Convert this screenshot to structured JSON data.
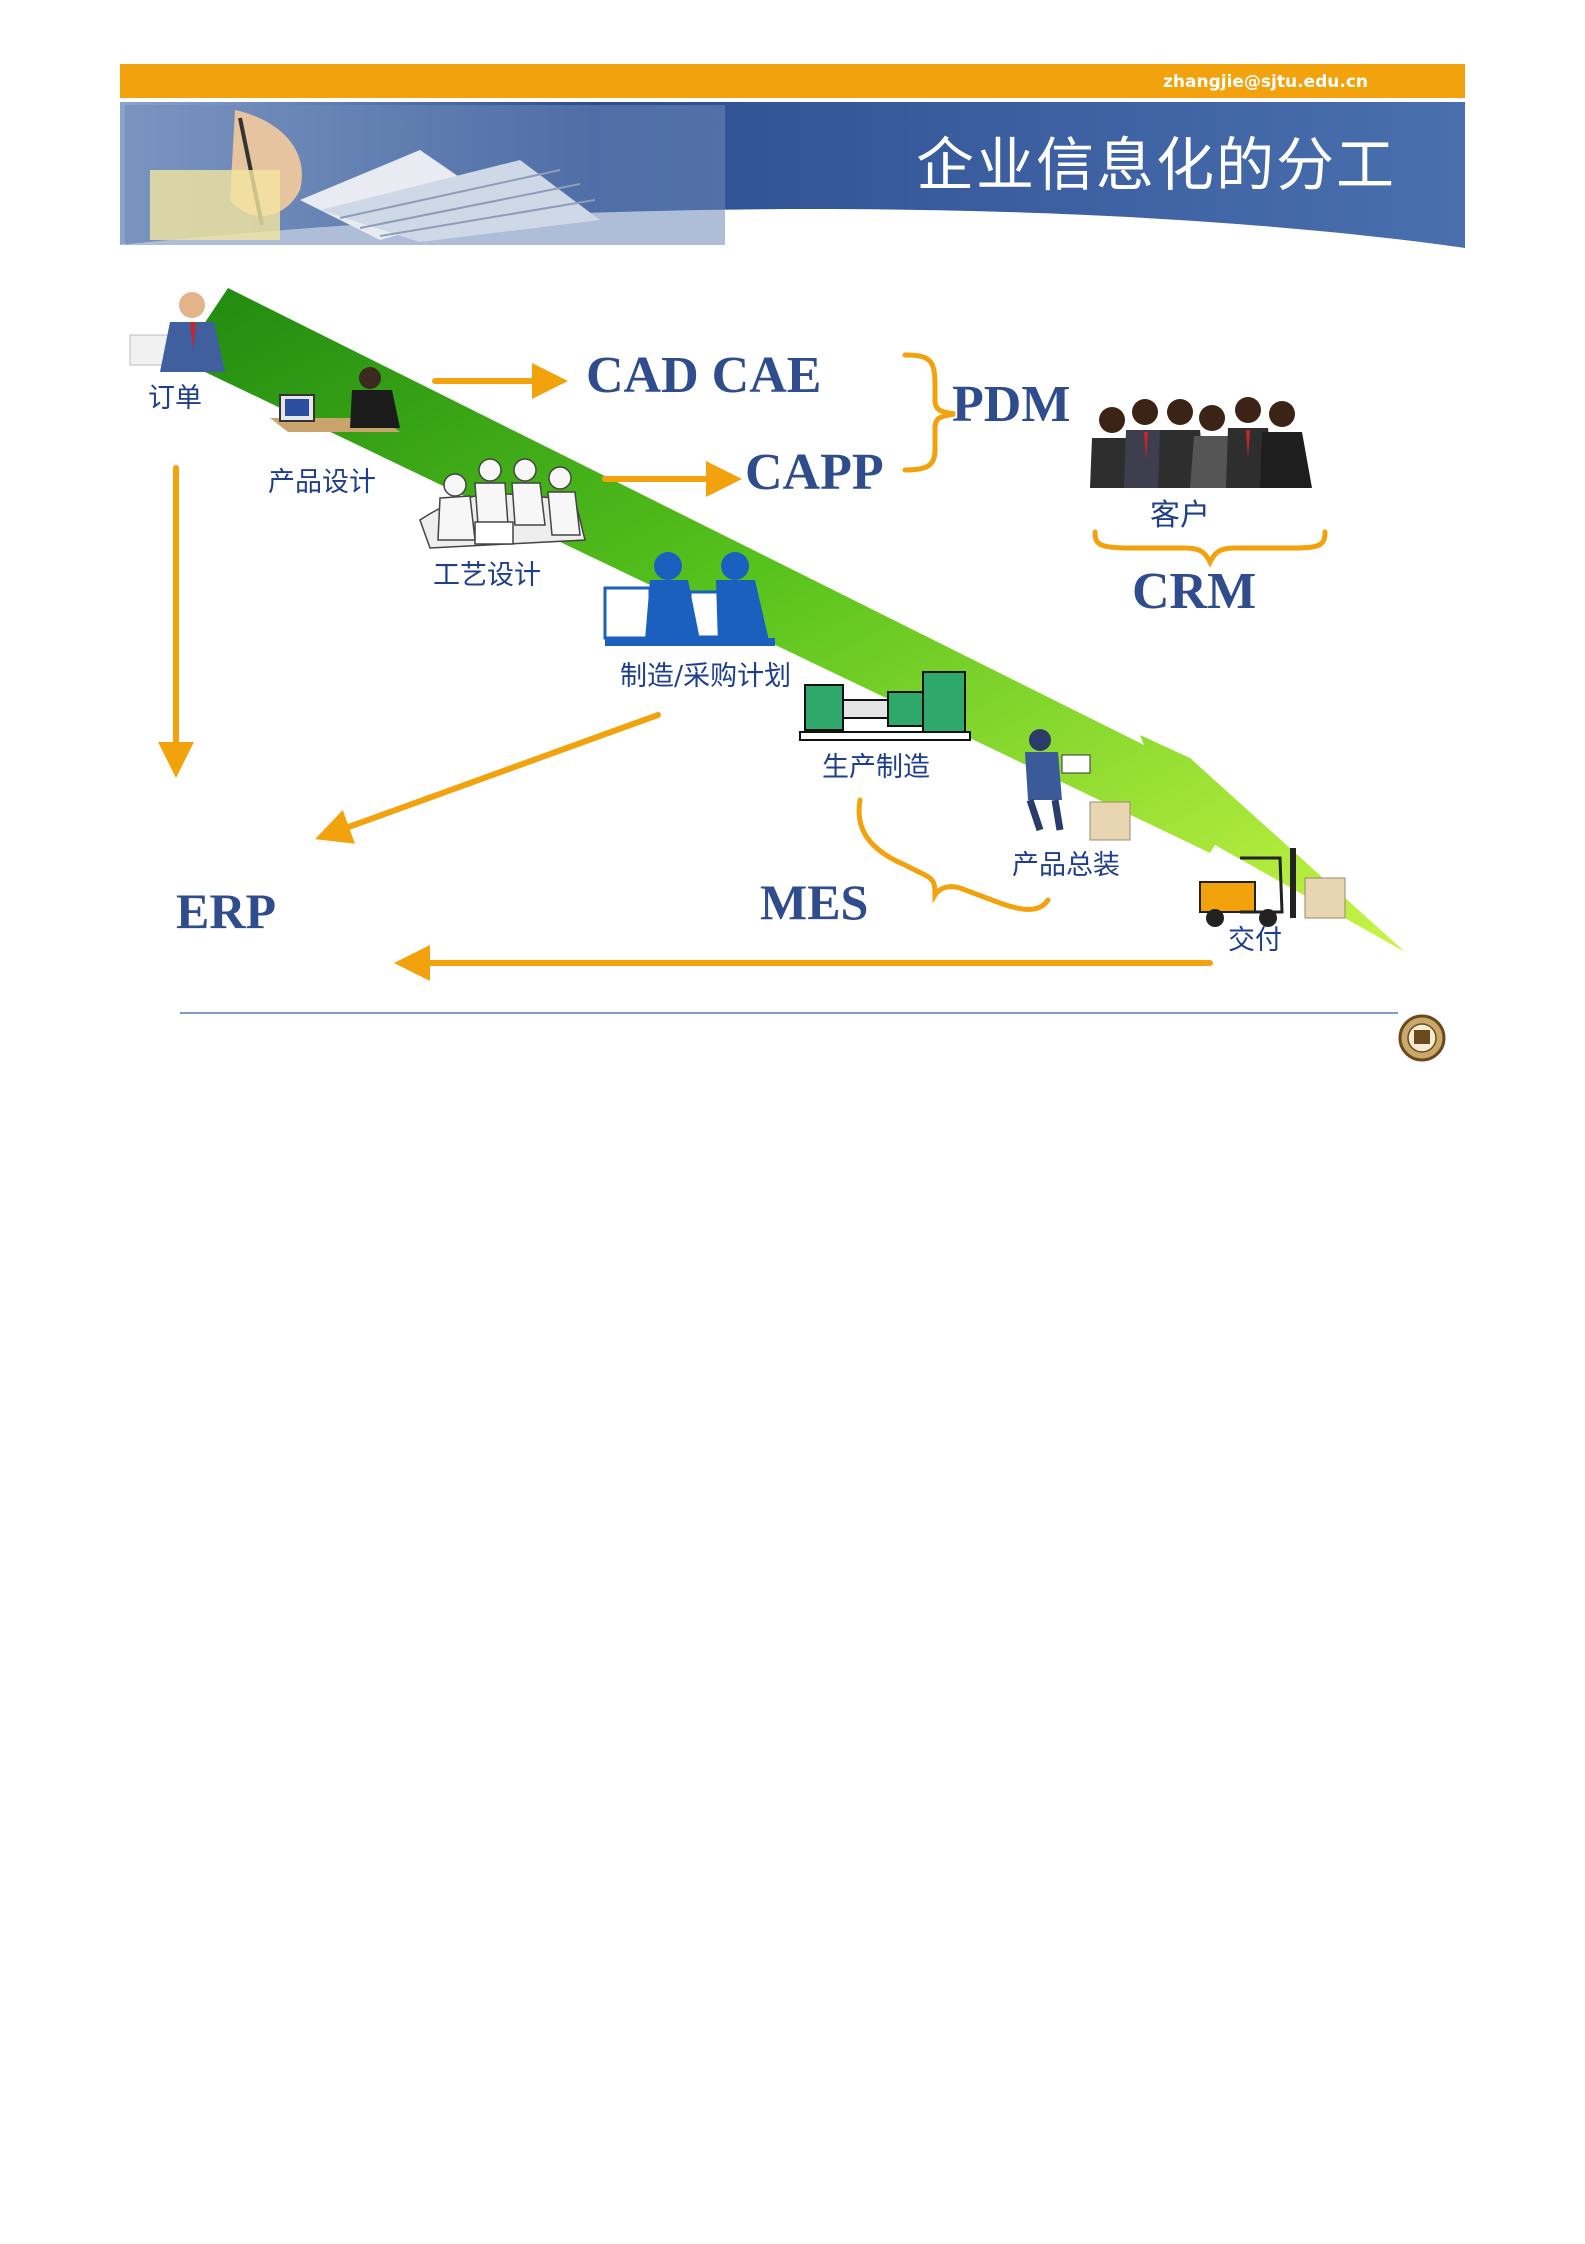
{
  "header": {
    "email": "zhangjie@sjtu.edu.cn",
    "title": "企业信息化的分工"
  },
  "stages": {
    "order": "订单",
    "product_design": "产品设计",
    "process_design": "工艺设计",
    "mfg_purchase_plan": "制造/采购计划",
    "production": "生产制造",
    "assembly": "产品总装",
    "delivery": "交付",
    "customer": "客户"
  },
  "systems": {
    "cad_cae": "CAD CAE",
    "capp": "CAPP",
    "pdm": "PDM",
    "crm": "CRM",
    "erp": "ERP",
    "mes": "MES"
  },
  "colors": {
    "accent_orange": "#F2A20C",
    "banner_blue": "#4a6fae",
    "label_blue": "#1f3f8c",
    "system_blue": "#2f4c8c",
    "arrow_green_dark": "#1f8a10",
    "arrow_green_light": "#b8f038"
  },
  "icons": [
    "hand-keyboard-icon",
    "businessman-icon",
    "computer-worker-icon",
    "team-meeting-icon",
    "planners-icon",
    "machine-icon",
    "worker-boxes-icon",
    "forklift-icon",
    "customers-group-icon",
    "university-seal-icon"
  ]
}
